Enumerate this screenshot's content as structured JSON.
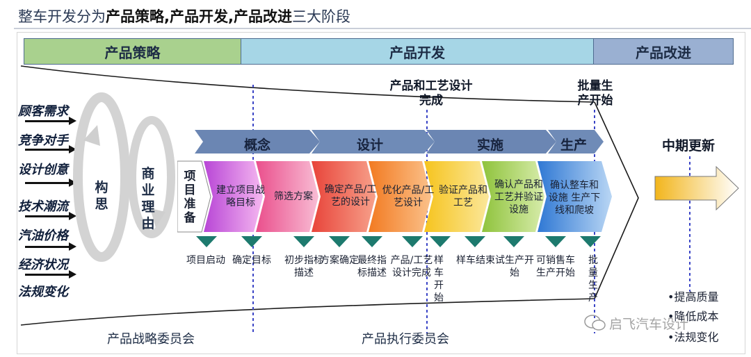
{
  "title": {
    "prefix": "整车开发分为",
    "strong1": "产品策略",
    "sep1": ",",
    "strong2": "产品开发",
    "sep2": ",",
    "strong3": "产品改进",
    "suffix": "三大阶段"
  },
  "phases": [
    "产品策略",
    "产品开发",
    "产品改进"
  ],
  "milestones": {
    "design_complete": "产品和工艺设计完成",
    "batch_start": "批量生产开始",
    "mid_update": "中期更新"
  },
  "inputs": [
    "顾客需求",
    "竞争对手",
    "设计创意",
    "技术潮流",
    "汽油价格",
    "经济状况",
    "法规变化"
  ],
  "cycles": {
    "concept": "构思",
    "business": "商业理由"
  },
  "subphases": [
    "概念",
    "设计",
    "实施",
    "生产"
  ],
  "stages": [
    "项目准备",
    "建立项目战略目标",
    "筛选方案",
    "确定产品/工艺的设计",
    "优化产品/工艺设计",
    "验证产品和工艺",
    "确认产品和工艺并验证设施",
    "确认整车和设施 生产下线和爬坡"
  ],
  "gates": [
    "项目启动",
    "确定目标",
    "初步指标描述",
    "方案确定",
    "最终指标描述",
    "产品/工艺设计完成",
    "样车开始",
    "样车结束",
    "试生产开始",
    "可销售车生产开始",
    "批量生产"
  ],
  "committees": [
    "产品战略委员会",
    "产品执行委员会"
  ],
  "improvements": [
    "•提高质量",
    "•降低成本",
    "•法规变化"
  ],
  "watermark": "启飞汽车设计",
  "colors": {
    "phase_strategy": "#a9d18e",
    "phase_dev": "#a6d6e6",
    "phase_improve": "#9ab0d2",
    "subphase": "#6b86b3",
    "gate": "#1d7a6e",
    "dash": "#3a44c6"
  }
}
